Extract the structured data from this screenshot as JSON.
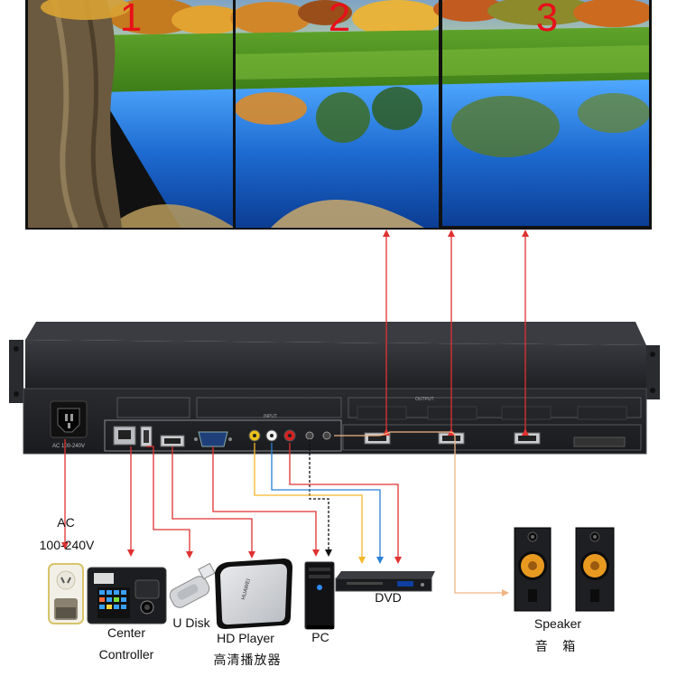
{
  "screens": [
    {
      "number": "1"
    },
    {
      "number": "2"
    },
    {
      "number": "3"
    }
  ],
  "rack_panel": {
    "power_label": "AC 100-240V",
    "input_group_label": "INPUT",
    "output_group_label": "OUTPUT"
  },
  "devices": {
    "ac": {
      "label_line1": "AC",
      "label_line2": "100-240V"
    },
    "center_controller": {
      "label_line1": "Center",
      "label_line2": "Controller"
    },
    "u_disk": {
      "label": "U Disk"
    },
    "hd_player": {
      "label": "HD Player",
      "label_cn": "高清播放器"
    },
    "pc": {
      "label": "PC"
    },
    "dvd": {
      "label": "DVD"
    },
    "speaker": {
      "label": "Speaker",
      "label_cn": "音 箱"
    }
  },
  "colors": {
    "red_signal": "#e03131",
    "orange_signal": "#f5b82a",
    "blue_signal": "#2b7fd6",
    "audio_line": "#f0b584",
    "screen_number": "#e8101a",
    "chassis": "#2c2d31"
  }
}
